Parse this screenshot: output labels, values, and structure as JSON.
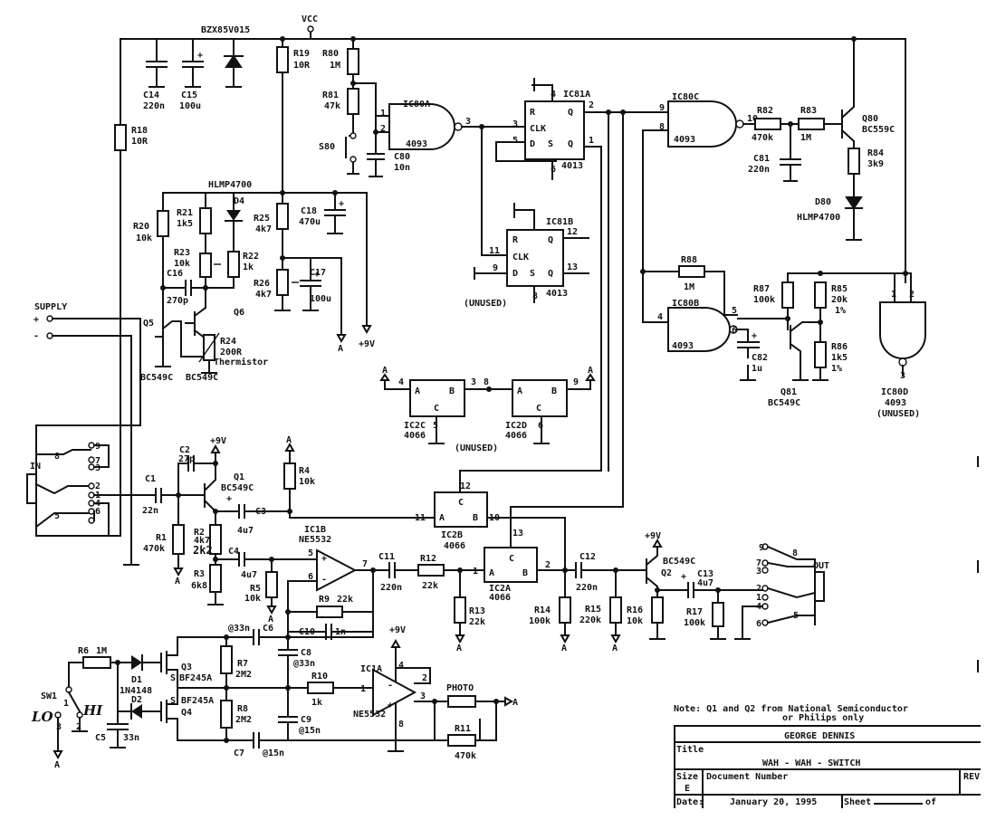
{
  "supply": {
    "vcc": "VCC",
    "supply": "SUPPLY",
    "plus": "+",
    "minus": "-",
    "p9v": "+9V",
    "a": "A"
  },
  "components": {
    "bzx": "BZX85V015",
    "c14": "C14",
    "c14v": "220n",
    "c15": "C15",
    "c15v": "100u",
    "r18": "R18",
    "r18v": "10R",
    "r19": "R19",
    "r19v": "10R",
    "r80": "R80",
    "r80v": "1M",
    "r81": "R81",
    "r81v": "47k",
    "s80": "S80",
    "c80": "C80",
    "c80v": "10n",
    "ic80a": "IC80A",
    "ic80a_t": "4093",
    "ic81a": "IC81A",
    "ic81a_t": "4013",
    "ic80c": "IC80C",
    "ic80c_t": "4093",
    "r82": "R82",
    "r82v": "470k",
    "r83": "R83",
    "r83v": "1M",
    "c81": "C81",
    "c81v": "220n",
    "q80": "Q80",
    "q80t": "BC559C",
    "r84": "R84",
    "r84v": "3k9",
    "d80": "D80",
    "d80t": "HLMP4700",
    "hlmp": "HLMP4700",
    "d4": "D4",
    "r20": "R20",
    "r20v": "10k",
    "r21": "R21",
    "r21v": "1k5",
    "r23": "R23",
    "r23v": "10k",
    "r22": "R22",
    "r22v": "1k",
    "c16": "C16",
    "c16v": "270p",
    "r25": "R25",
    "r25v": "4k7",
    "r26": "R26",
    "r26v": "4k7",
    "c18": "C18",
    "c18v": "470u",
    "c17": "C17",
    "c17v": "100u",
    "q5": "Q5",
    "q6": "Q6",
    "r24": "R24",
    "r24v": "200R",
    "therm": "Thermistor",
    "bc549c": "BC549C",
    "ic81b": "IC81B",
    "ic81b_t": "4013",
    "unused": "(UNUSED)",
    "r88": "R88",
    "r88v": "1M",
    "ic80b": "IC80B",
    "ic80b_t": "4093",
    "c82": "C82",
    "c82v": "1u",
    "r87": "R87",
    "r87v": "100k",
    "r85": "R85",
    "r85v": "20k",
    "r85t": "1%",
    "r86": "R86",
    "r86v": "1k5",
    "r86t": "1%",
    "q81": "Q81",
    "q81t": "BC549C",
    "ic80d": "IC80D",
    "ic80d_t": "4093",
    "ic80d_u": "(UNUSED)",
    "ic2c": "IC2C",
    "ic2c_t": "4066",
    "ic2d": "IC2D",
    "ic2d_t": "4066",
    "in": "IN",
    "out": "OUT",
    "c1": "C1",
    "c1v": "22n",
    "c2": "C2",
    "c2v": "27p",
    "q1": "Q1",
    "q1t": "BC549C",
    "c3": "C3",
    "c3v": "4u7",
    "r4": "R4",
    "r4v": "10k",
    "r1": "R1",
    "r1v": "470k",
    "r2": "R2",
    "r2v": "4k7",
    "r2h": "2k2",
    "c4": "C4",
    "c4v": "4u7",
    "r3": "R3",
    "r3v": "6k8",
    "r5": "R5",
    "r5v": "10k",
    "ic1b": "IC1B",
    "ic1b_t": "NE5532",
    "c11": "C11",
    "c11v": "220n",
    "r12": "R12",
    "r12v": "22k",
    "r13": "R13",
    "r13v": "22k",
    "r9": "R9",
    "r9v": "22k",
    "c10": "C10",
    "c10v": "1n",
    "ic2b": "IC2B",
    "ic2b_t": "4066",
    "ic2a": "IC2A",
    "ic2a_t": "4066",
    "c12": "C12",
    "c12v": "220n",
    "r14": "R14",
    "r14v": "100k",
    "r15": "R15",
    "r15v": "220k",
    "r16": "R16",
    "r16v": "10k",
    "q2": "Q2",
    "q2t": "BC549C",
    "c13": "C13",
    "c13v": "4u7",
    "r17": "R17",
    "r17v": "100k",
    "r6": "R6",
    "r6v": "1M",
    "sw1": "SW1",
    "d1": "D1",
    "d1t": "1N4148",
    "d2": "D2",
    "c5": "C5",
    "c5v": "33n",
    "q3": "Q3",
    "q3t": "BF245A",
    "q4": "Q4",
    "q4t": "BF245A",
    "c6": "C6",
    "c6v": "@33n",
    "r7": "R7",
    "r7v": "2M2",
    "c8": "C8",
    "c8v": "@33n",
    "r8": "R8",
    "r8v": "2M2",
    "c9": "C9",
    "c9v": "@15n",
    "c7": "C7",
    "c7v": "@15n",
    "r10": "R10",
    "r10v": "1k",
    "ic1a": "IC1A",
    "ic1a_t": "NE5532",
    "photo": "PHOTO",
    "r11": "R11",
    "r11v": "470k",
    "lo": "LO",
    "hi": "HI",
    "clk": "CLK"
  },
  "note": {
    "line1": "Note: Q1 and Q2 from National Semiconductor",
    "line2": "or Philips only"
  },
  "title_block": {
    "author": "GEORGE DENNIS",
    "title_label": "Title",
    "title": "WAH - WAH - SWITCH",
    "size_label": "Size",
    "size": "E",
    "docnum_label": "Document Number",
    "rev_label": "REV",
    "date_label": "Date:",
    "date": "January 20, 1995",
    "sheet_label": "Sheet",
    "of_label": "of"
  }
}
